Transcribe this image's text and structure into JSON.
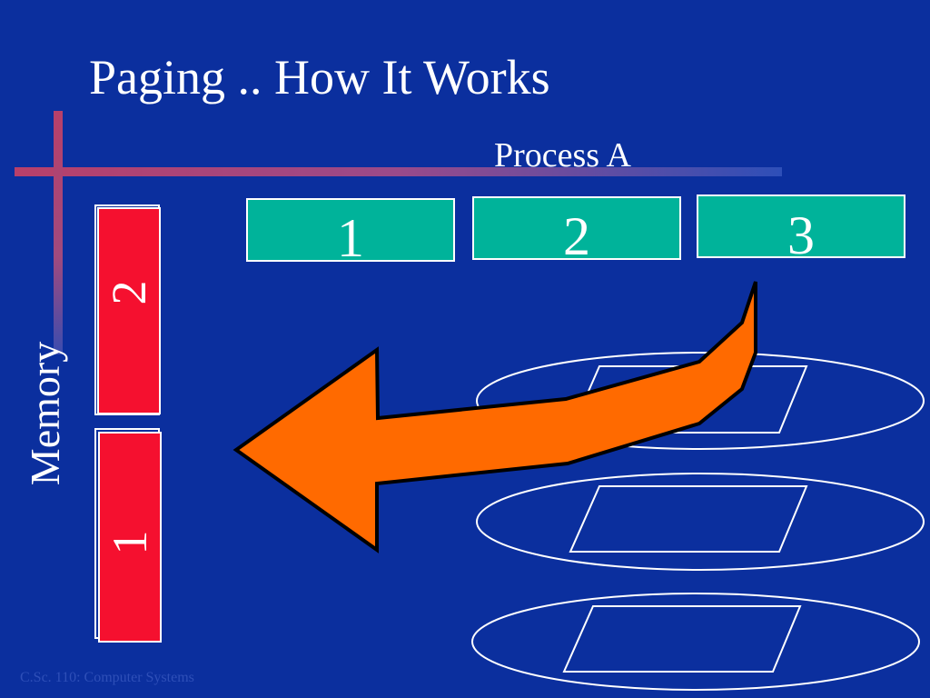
{
  "slide": {
    "title": "Paging .. How It Works",
    "process_label": "Process A",
    "memory_label": "Memory",
    "footer": "C.Sc. 110: Computer Systems",
    "process_pages": [
      {
        "label": "1"
      },
      {
        "label": "2"
      },
      {
        "label": "3"
      }
    ],
    "memory_frames": [
      {
        "label": "2"
      },
      {
        "label": "1"
      }
    ]
  },
  "colors": {
    "background": "#0b2f9e",
    "page_fill": "#00b39a",
    "frame_fill": "#f5102f",
    "arrow_fill": "#ff6a00",
    "accent_bar": "#b8406a",
    "footer_text": "#2e4fb8"
  }
}
